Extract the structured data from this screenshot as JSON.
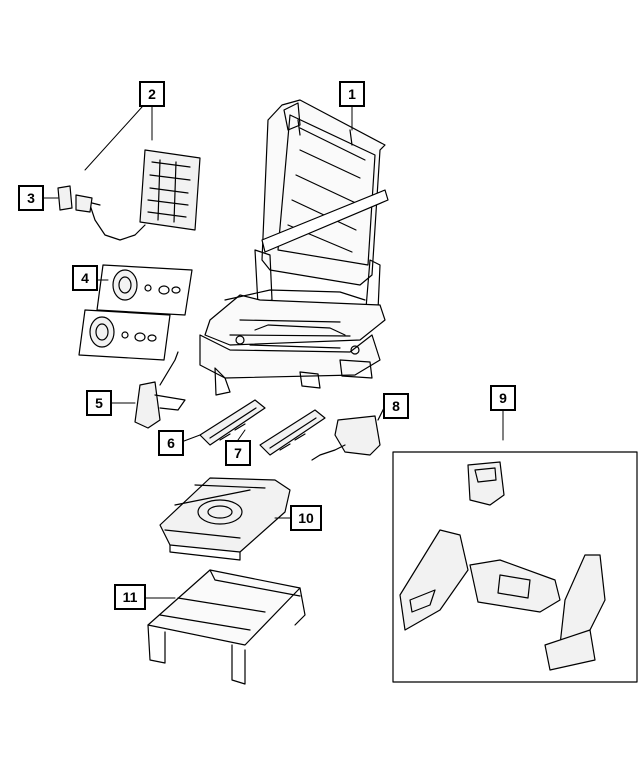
{
  "diagram": {
    "type": "exploded parts diagram",
    "colors": {
      "line": "#000000",
      "background": "#ffffff",
      "part_fill": "#f2f2f2"
    },
    "callouts": [
      {
        "id": "c1",
        "label": "1"
      },
      {
        "id": "c2",
        "label": "2"
      },
      {
        "id": "c3",
        "label": "3"
      },
      {
        "id": "c4",
        "label": "4"
      },
      {
        "id": "c5",
        "label": "5"
      },
      {
        "id": "c6",
        "label": "6"
      },
      {
        "id": "c7",
        "label": "7"
      },
      {
        "id": "c8",
        "label": "8"
      },
      {
        "id": "c9",
        "label": "9"
      },
      {
        "id": "c10",
        "label": "10"
      },
      {
        "id": "c11",
        "label": "11"
      }
    ]
  }
}
